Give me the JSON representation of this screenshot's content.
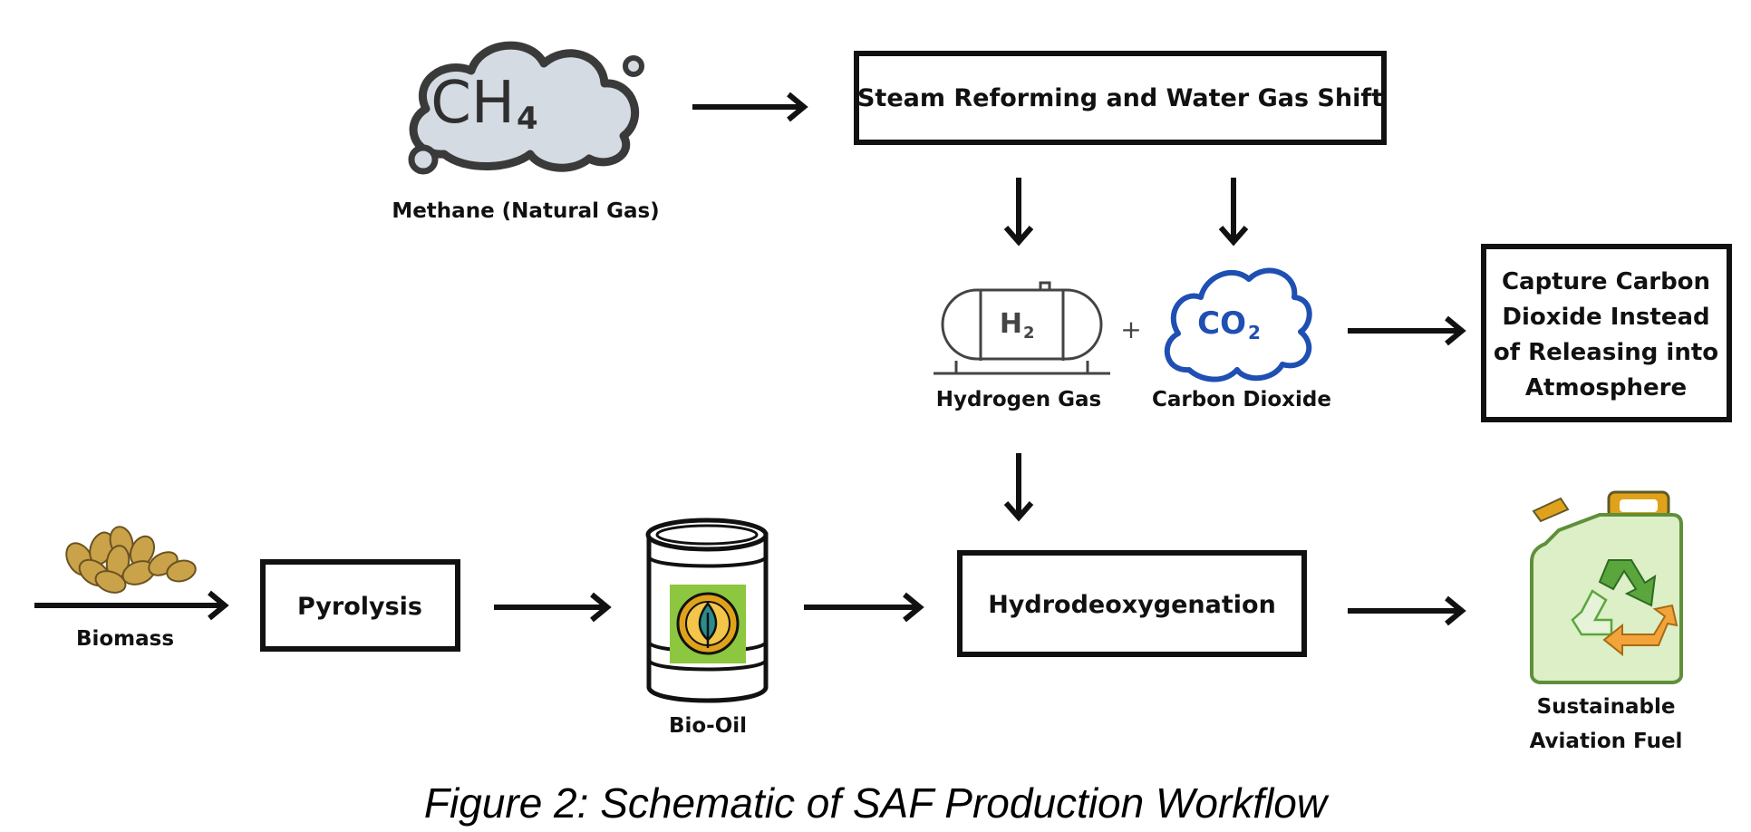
{
  "colors": {
    "ink": "#111111",
    "cloud_fill": "#d4dbe2",
    "cloud_stroke": "#3a3a3a",
    "co2_blue": "#1f4fb3",
    "leaf_green": "#8dc63f",
    "gold": "#e0a21a",
    "biomass_gold": "#c9a24a",
    "recycle_green": "#5aa63c",
    "recycle_orange": "#f2a43a",
    "can_fill": "#dcefc6",
    "can_stroke": "#5f8f3a"
  },
  "icons": {
    "methane": "methane-cloud-icon",
    "hydrogen": "hydrogen-tank-icon",
    "co2": "co2-cloud-icon",
    "biomass": "seeds-icon",
    "bio_oil": "oil-barrel-icon",
    "saf": "recycle-fuel-can-icon"
  },
  "methane": {
    "symbol": "CH",
    "sub": "4",
    "label": "Methane (Natural Gas)"
  },
  "steam_reforming": {
    "label": "Steam Reforming and Water Gas Shift"
  },
  "hydrogen": {
    "symbol": "H",
    "sub": "2",
    "label": "Hydrogen Gas"
  },
  "plus": "+",
  "co2": {
    "symbol": "CO",
    "sub": "2",
    "label": "Carbon Dioxide"
  },
  "capture": {
    "lines": [
      "Capture Carbon",
      "Dioxide Instead",
      "of Releasing into",
      "Atmosphere"
    ]
  },
  "biomass": {
    "label": "Biomass"
  },
  "pyrolysis": {
    "label": "Pyrolysis"
  },
  "bio_oil": {
    "label": "Bio-Oil"
  },
  "hydrodeoxygenation": {
    "label": "Hydrodeoxygenation"
  },
  "saf": {
    "lines": [
      "Sustainable",
      "Aviation Fuel"
    ]
  },
  "caption": "Figure 2: Schematic of SAF Production Workflow"
}
